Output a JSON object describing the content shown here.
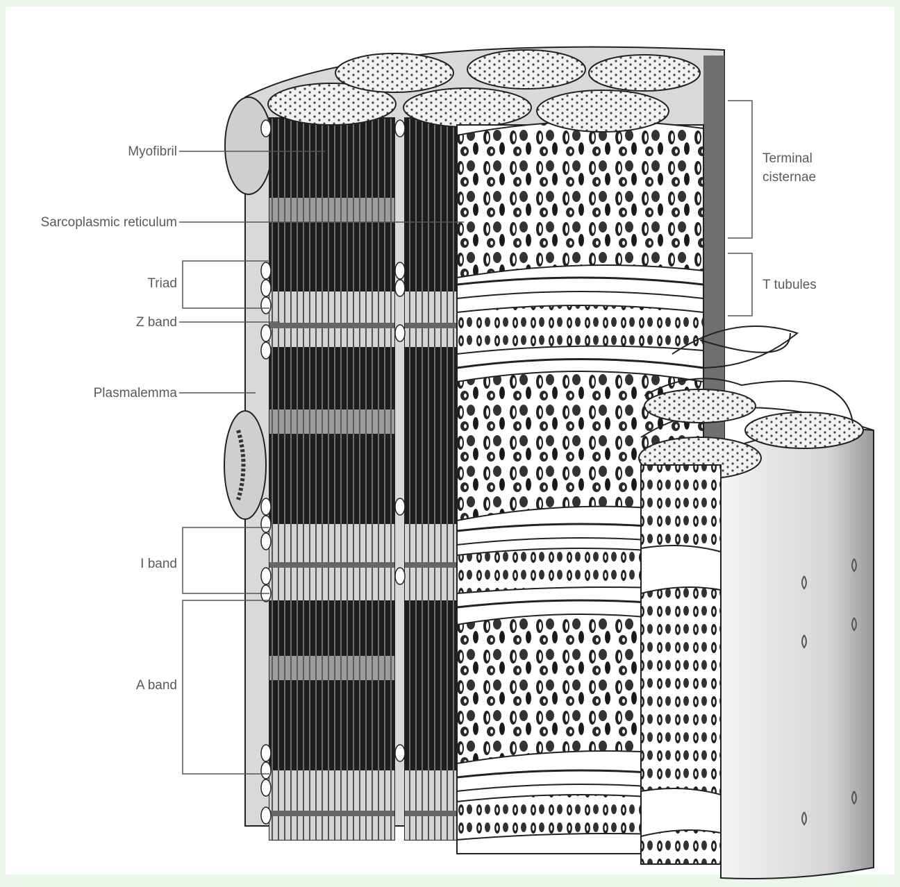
{
  "labels": {
    "myofibril": "Myofibril",
    "sarcoplasmic_reticulum": "Sarcoplasmic reticulum",
    "triad": "Triad",
    "z_band": "Z band",
    "plasmalemma": "Plasmalemma",
    "i_band": "I band",
    "a_band": "A band",
    "terminal_cisternae_line1": "Terminal",
    "terminal_cisternae_line2": "cisternae",
    "t_tubules": "T tubules"
  }
}
